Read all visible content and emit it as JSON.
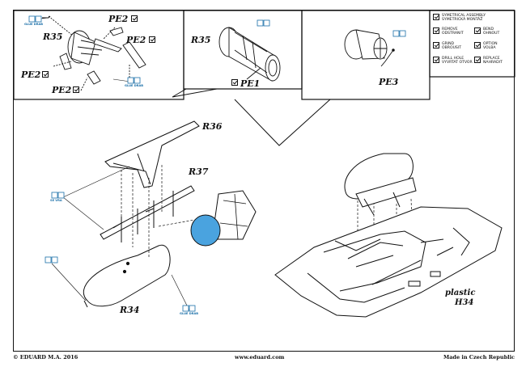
{
  "parts": {
    "r35_top": "R35",
    "r35_mid": "R35",
    "pe2_a": "PE2",
    "pe2_b": "PE2",
    "pe2_c": "PE2",
    "pe2_d": "PE2",
    "pe1": "PE1",
    "pe3": "PE3",
    "r36": "R36",
    "r37": "R37",
    "r34": "R34"
  },
  "notes": {
    "glue_drab": "GLUE DRAB",
    "glue_drab_blue": "GLUE DRAB",
    "sevra": "SE VRA",
    "plastic_label": "plastic",
    "plastic_part": "H34"
  },
  "legend": {
    "symmetrical": "SYMETRICAL ASSEMBLY\nSYMETRICKÁ MONTÁŽ",
    "remove": "REMOVE\nODSTRANIT",
    "bend": "BEND\nOHNOUT",
    "grind": "GRIND\nOBROUSIT",
    "option": "OPTION\nVOLBA",
    "drill": "DRILL HOLE\nVYVRTAT OTVOR",
    "replace": "REPLACE\nNAHRADIT"
  },
  "footer": {
    "copyright": "© EDUARD M.A. 2016",
    "website": "www.eduard.com",
    "made_in": "Made in Czech Republic"
  },
  "colors": {
    "blue_fill": "#4aa3df",
    "note_blue": "#1a6fa8"
  }
}
